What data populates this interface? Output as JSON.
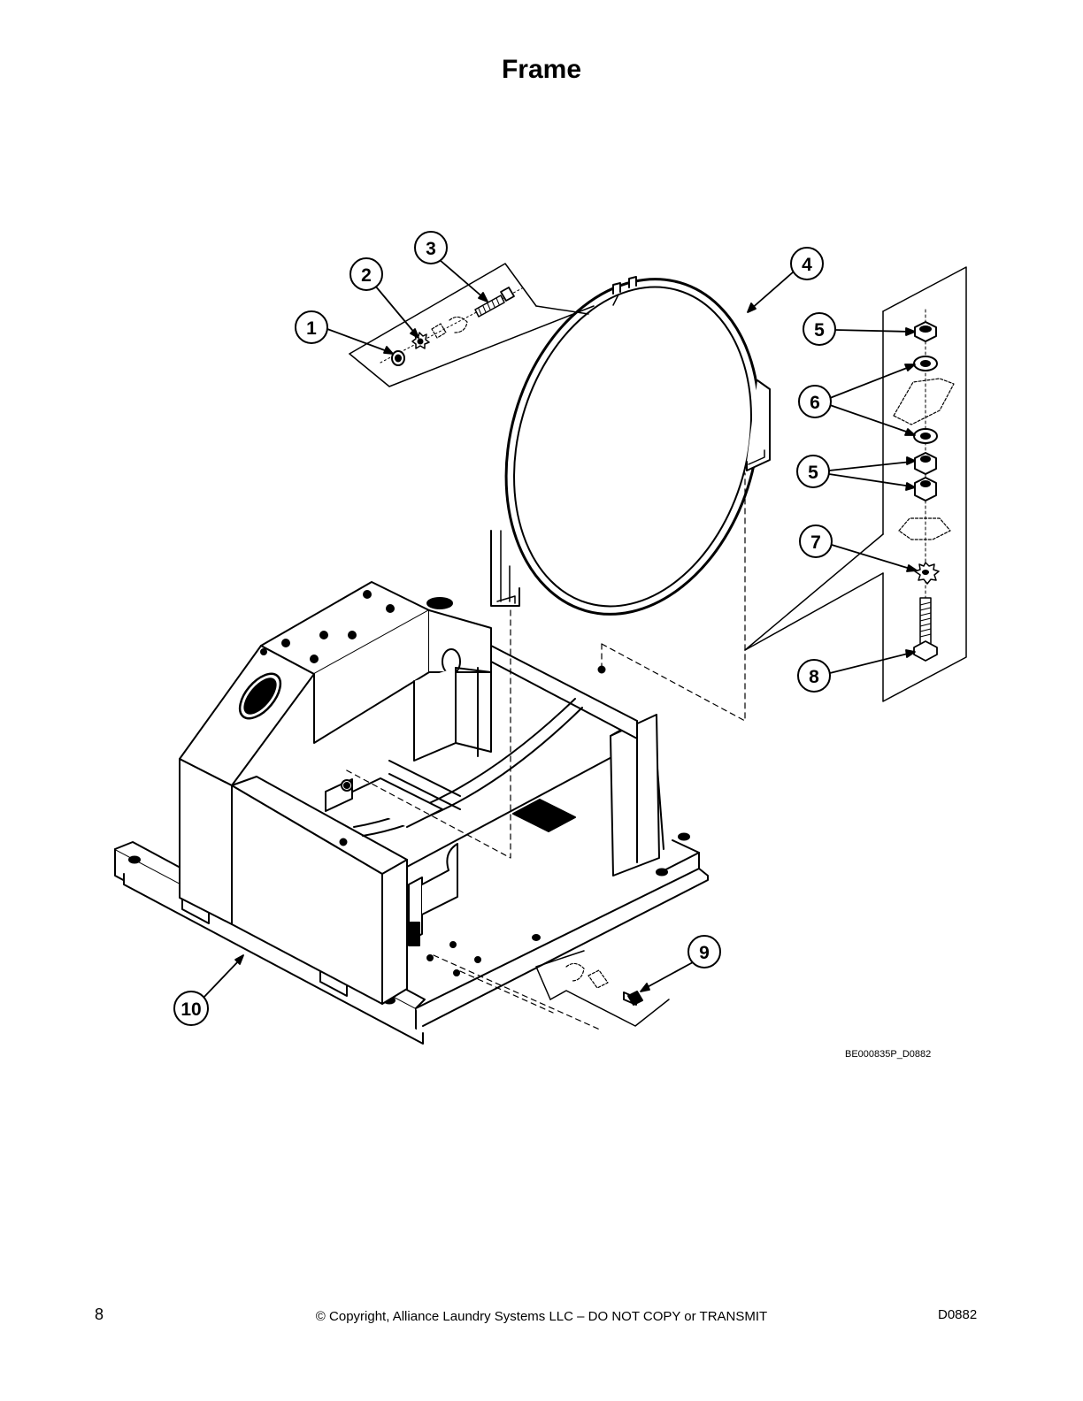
{
  "title": "Frame",
  "figure_code": "BE000835P_D0882",
  "callouts": [
    "1",
    "2",
    "3",
    "4",
    "5",
    "6",
    "5",
    "7",
    "8",
    "9",
    "10"
  ],
  "footer": {
    "page_number": "8",
    "copyright": "© Copyright, Alliance Laundry Systems LLC – DO NOT COPY or TRANSMIT",
    "doc_code": "D0882"
  }
}
